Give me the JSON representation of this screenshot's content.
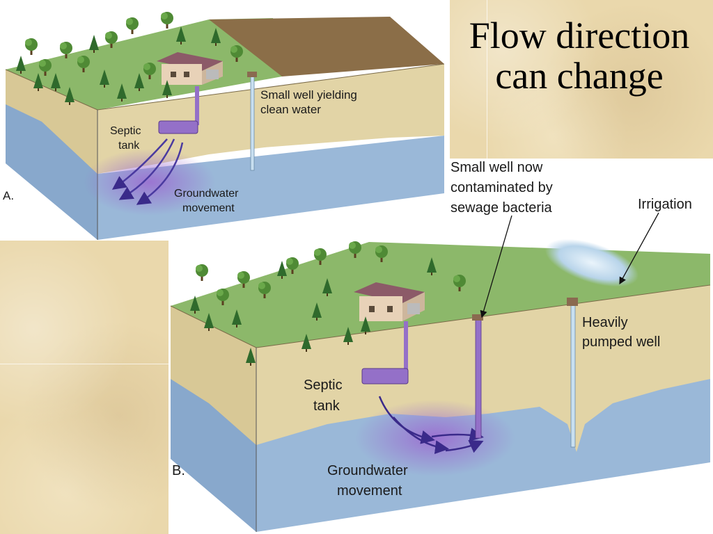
{
  "title": "Flow direction can change",
  "panel_a": {
    "marker": "A.",
    "well_label": [
      "Small well yielding",
      "clean water"
    ],
    "septic_label": [
      "Septic",
      "tank"
    ],
    "groundwater_label": [
      "Groundwater",
      "movement"
    ]
  },
  "panel_b": {
    "marker": "B.",
    "contaminated_label": [
      "Small well now",
      "contaminated by",
      "sewage bacteria"
    ],
    "irrigation_label": "Irrigation",
    "pumped_label": [
      "Heavily",
      "pumped well"
    ],
    "septic_label": [
      "Septic",
      "tank"
    ],
    "groundwater_label": [
      "Groundwater",
      "movement"
    ]
  },
  "colors": {
    "grass": "#8cb86a",
    "dry_field": "#8b6e48",
    "soil": "#e2d4a6",
    "aquifer": "#9ab8d8",
    "plume": "#9b6ad0",
    "pipe": "#9470c8",
    "parchment": "#ead8ac"
  }
}
